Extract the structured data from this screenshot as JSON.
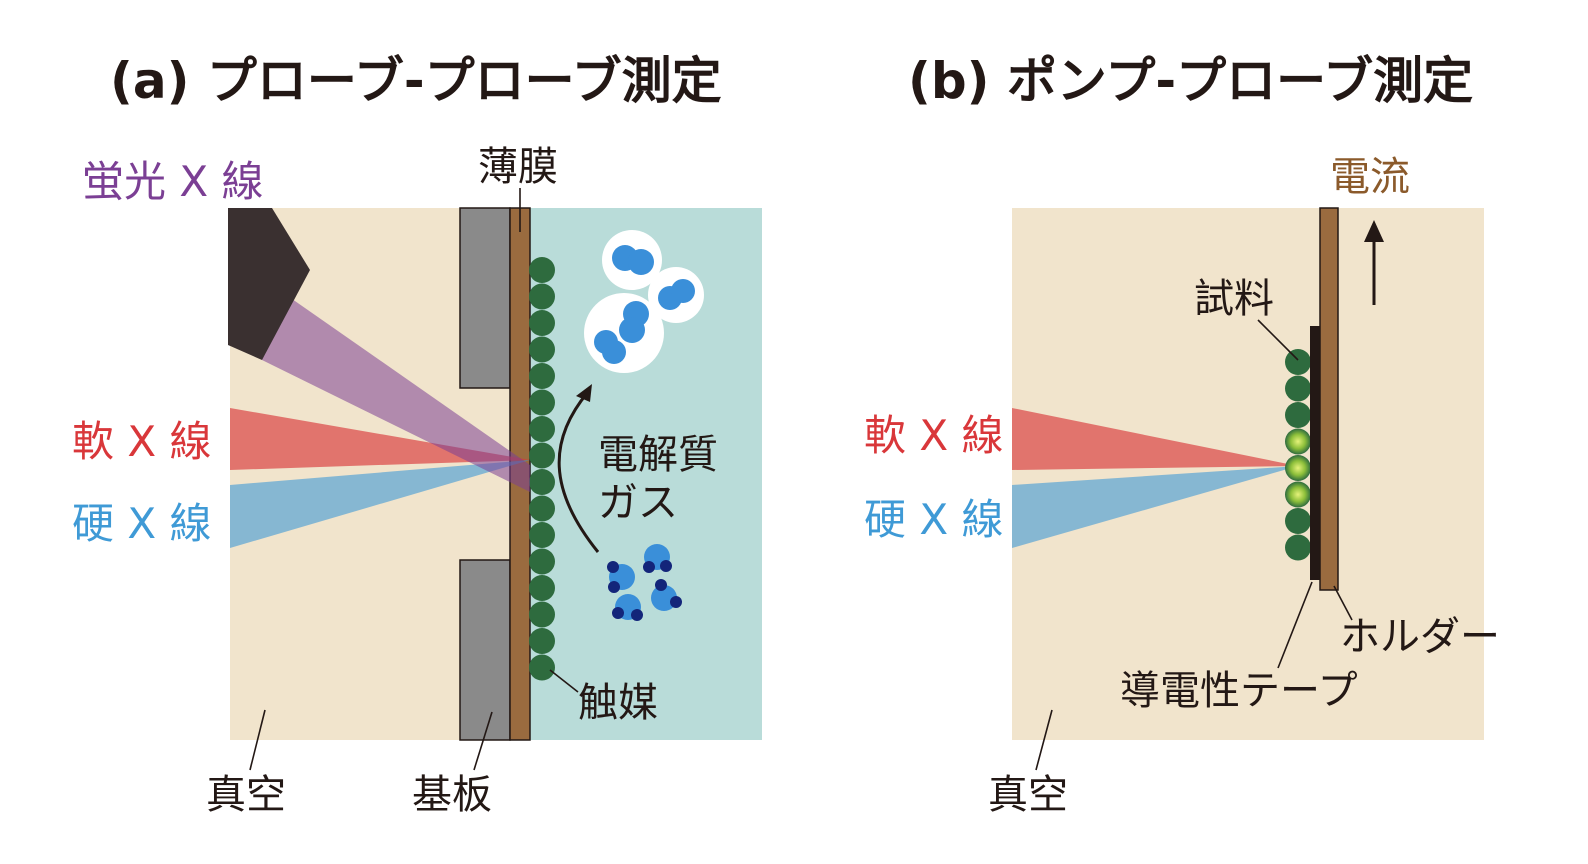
{
  "panel_a": {
    "title": "(a) プローブ-プローブ測定",
    "labels": {
      "fluorescence_xray": "蛍光 X 線",
      "soft_xray": "軟 X 線",
      "hard_xray": "硬 X 線",
      "thin_film": "薄膜",
      "electrolyte_gas_line1": "電解質",
      "electrolyte_gas_line2": "ガス",
      "catalyst": "触媒",
      "vacuum": "真空",
      "substrate": "基板"
    }
  },
  "panel_b": {
    "title": "(b) ポンプ-プローブ測定",
    "labels": {
      "current": "電流",
      "sample": "試料",
      "soft_xray": "軟 X 線",
      "hard_xray": "硬 X 線",
      "holder": "ホルダー",
      "conductive_tape": "導電性テープ",
      "vacuum": "真空"
    }
  },
  "colors": {
    "vacuum_bg": "#f1e4cc",
    "electrolyte_bg": "#b9dcd9",
    "substrate": "#8a8a8a",
    "film": "#9a6b3f",
    "catalyst": "#2e6b3e",
    "detector": "#3a3030",
    "fluorescence_xray": "#7b3f94",
    "soft_xray": "#d9373a",
    "hard_xray": "#3f9ad6",
    "current": "#8b5a2b",
    "molecule": "#3a8fd9",
    "molecule_dark": "#13257a"
  }
}
